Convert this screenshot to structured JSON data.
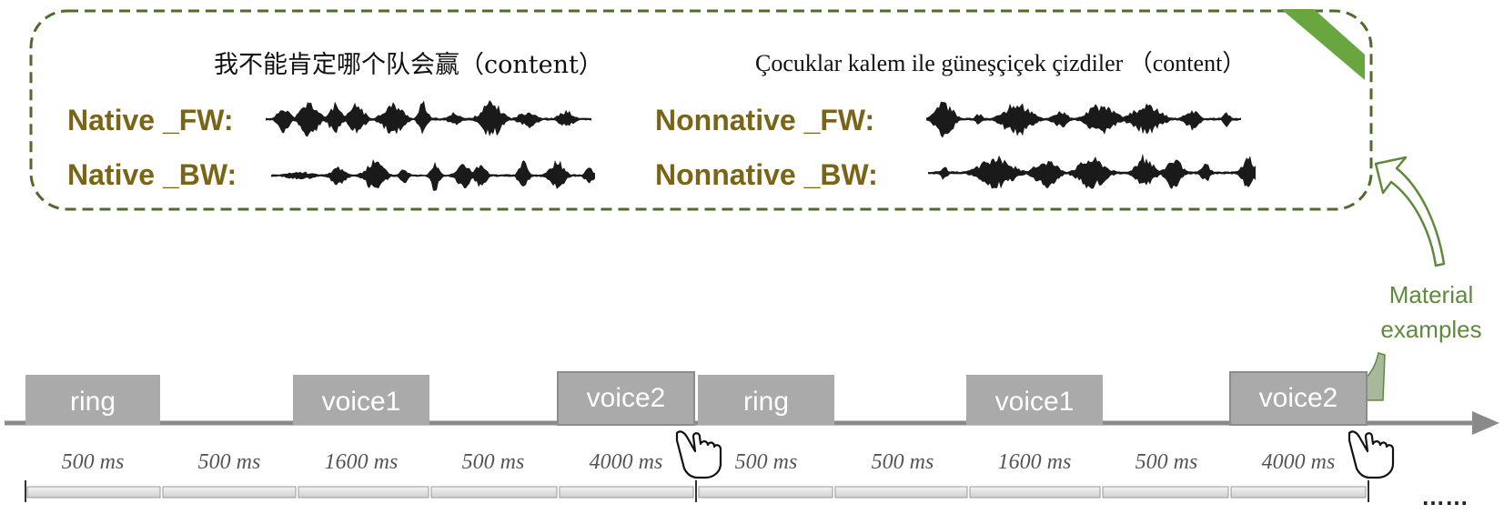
{
  "panel": {
    "left": {
      "content": "我不能肯定哪个队会赢（content）",
      "labels": [
        "Native _FW:",
        "Native _BW:"
      ]
    },
    "right": {
      "content": "Çocuklar kalem ile güneşçiçek çizdiler （content）",
      "labels": [
        "Nonnative _FW:",
        "Nonnative _BW:"
      ]
    }
  },
  "annotation": {
    "line1": "Material",
    "line2": "examples"
  },
  "timeline": {
    "blocks": [
      "ring",
      "voice1",
      "voice2",
      "ring",
      "voice1",
      "voice2"
    ],
    "durations": [
      "500 ms",
      "500 ms",
      "1600 ms",
      "500 ms",
      "4000 ms",
      "500 ms",
      "500 ms",
      "1600 ms",
      "500 ms",
      "4000 ms"
    ],
    "ellipsis": "……"
  },
  "colors": {
    "accent_green": "#5e8a3c",
    "label_gold": "#7a6416",
    "block_gray": "#aaaaaa"
  },
  "icons": [
    "hand-pointer-icon",
    "curved-arrow-icon",
    "corner-fold-icon"
  ]
}
